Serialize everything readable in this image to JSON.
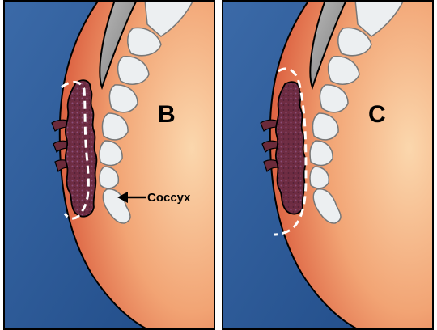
{
  "panels": [
    {
      "letter": "B",
      "annotation": "Coccyx"
    },
    {
      "letter": "C"
    }
  ],
  "colors": {
    "background_blue": "#2d5a96",
    "tissue_orange": "#e8784e",
    "tissue_light": "#f7c89a",
    "bone": "#eceff1",
    "lesion": "#6b2a3a",
    "rectum_gray": "#9a9a9a"
  }
}
